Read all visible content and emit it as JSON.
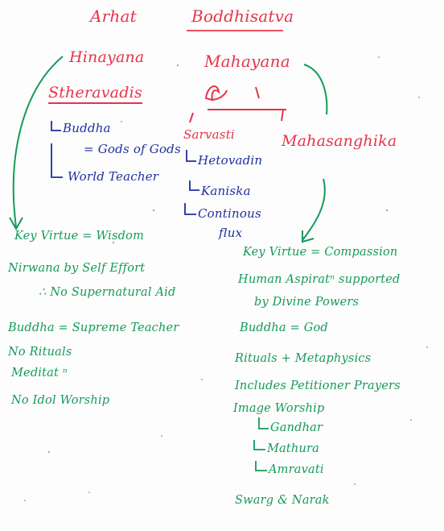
{
  "colors": {
    "red": "#e8334a",
    "blue": "#1f2f9e",
    "green": "#159a5a"
  },
  "header": {
    "arhat": "Arhat",
    "bodhisattva": "Boddhisatva"
  },
  "hinayana": {
    "title": "Hinayana",
    "school": "Stheravadis",
    "buddha": "Buddha",
    "buddha_is": "= Gods of Gods",
    "world_teacher": "World Teacher",
    "features": [
      "Key Virtue = Wisdom",
      "Nirwana by Self Effort",
      "∴ No Supernatural Aid",
      "Buddha = Supreme Teacher",
      "No Rituals",
      "Meditat ⁿ",
      "No Idol Worship"
    ]
  },
  "mahayana": {
    "title": "Mahayana",
    "sarvasti": "Sarvasti",
    "sarvasti_items": [
      "Hetovadin",
      "Kaniska",
      "Continous",
      "flux"
    ],
    "mahasanghika": "Mahasanghika",
    "features": [
      "Key Virtue = Compassion",
      "Human Aspiratⁿ supported",
      "by Divine Powers",
      "Buddha = God",
      "Rituals + Metaphysics",
      "Includes Petitioner Prayers",
      "Image Worship"
    ],
    "image_schools": [
      "Gandhar",
      "Mathura",
      "Amravati"
    ],
    "last": "Swarg & Narak"
  }
}
